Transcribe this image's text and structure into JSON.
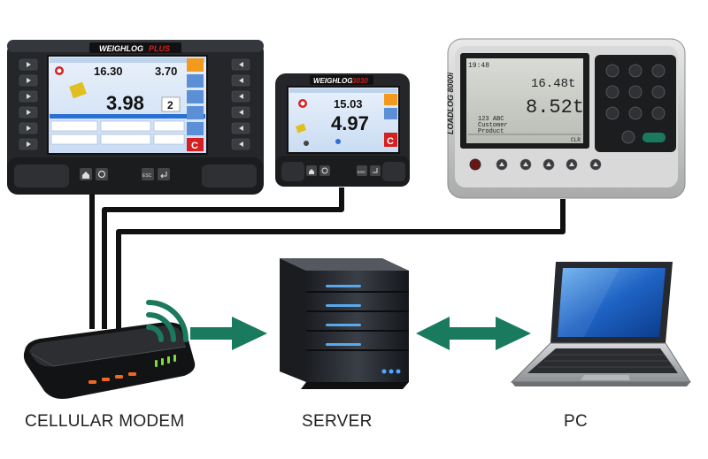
{
  "labels": {
    "modem": "CELLULAR MODEM",
    "server": "SERVER",
    "pc": "PC"
  },
  "devices": {
    "weighlog_left": {
      "brand": "WEIGHLOG",
      "model": "PLUS",
      "value_top_left": "16.30",
      "value_top_right": "3.70",
      "value_main": "3.98",
      "counter": "2",
      "button_c": "C",
      "button_esc": "ESC"
    },
    "weighlog_mid": {
      "brand": "WEIGHLOG",
      "model": "3030",
      "value_top": "15.03",
      "value_main": "4.97",
      "button_c": "C",
      "button_esc": "ESC"
    },
    "loadlog": {
      "brand": "LOADLOG 8000i",
      "time": "19:48",
      "value_top": "16.48t",
      "value_main": "8.52t",
      "list_1": "123 ABC",
      "list_2": "Customer",
      "list_3": "Product",
      "softkey_clr": "CLR"
    }
  },
  "colors": {
    "arrow_green": "#1a7a5e",
    "cable": "#111111",
    "brand_red": "#d42020",
    "screen_blue": "#2a6fd6"
  },
  "icons": [
    "home-icon",
    "refresh-icon",
    "enter-icon",
    "wifi-signal-icon",
    "right-arrow-icon",
    "double-arrow-icon"
  ]
}
